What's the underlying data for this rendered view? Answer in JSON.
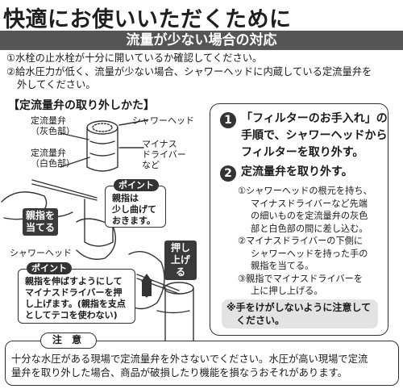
{
  "main_title": "快適にお使いいただくために",
  "section_title": "流量が少ない場合の対応",
  "notes": {
    "line1": "①水栓の止水栓が十分に開いているか確認してください。",
    "line2a": "②給水圧力が低く、流量が少ない場合、シャワーヘッドに内蔵している定流量弁を",
    "line2b": "外してください。"
  },
  "removal": {
    "heading": "【定流量弁の取り外しかた】",
    "label_valve_gray_1": "定流量弁",
    "label_valve_gray_2": "（灰色部）",
    "label_valve_white_1": "定流量弁",
    "label_valve_white_2": "（白色部）",
    "label_shower_head_top": "シャワーヘッド",
    "label_driver_1": "マイナス",
    "label_driver_2": "ドライバー",
    "label_driver_3": "など",
    "label_shower_head_bottom": "シャワーヘッド",
    "thumb_tag_1": "親指を",
    "thumb_tag_2": "当てる",
    "push_tag_1": "押し",
    "push_tag_2": "上げる",
    "point1_tag": "ポイント",
    "point1_line1": "親指は",
    "point1_line2": "少し曲げて",
    "point1_line3": "おきます。",
    "point2_tag": "ポイント",
    "point2_line1": "親指を伸ばすようにして",
    "point2_line2": "マイナスドライバーを押",
    "point2_line3": "し上げます。(親指を支点",
    "point2_line4": "としてテコを使わない)"
  },
  "steps": {
    "step1_num": "1",
    "step1_line1": "「フィルターのお手入れ」の",
    "step1_line2": "手順で、シャワーヘッドから",
    "step1_line3": "フィルターを取り外す。",
    "step2_num": "2",
    "step2_line1": "定流量弁を取り外す。",
    "sub1_a": "①シャワーヘッドの根元を持ち、",
    "sub1_b": "マイナスドライバーなど先端",
    "sub1_c": "の細いものを定流量弁の灰色",
    "sub1_d": "部と白色部の間に差し込む。",
    "sub2_a": "②マイナスドライバーの下側に",
    "sub2_b": "シャワーヘッドを持った手の",
    "sub2_c": "親指を当てる。",
    "sub3_a": "③親指でマイナスドライバーを",
    "sub3_b": "上に押し上げる。",
    "warning_1": "※手をけがしないように注意して",
    "warning_2": "ください。"
  },
  "caution": {
    "title": "注 意",
    "line1": "十分な水圧がある現場で定流量弁を外さないでください。水圧が高い現場で定流",
    "line2": "量弁を取り外した場合、商品が破損したり機能を損なうおそれがあります。"
  }
}
